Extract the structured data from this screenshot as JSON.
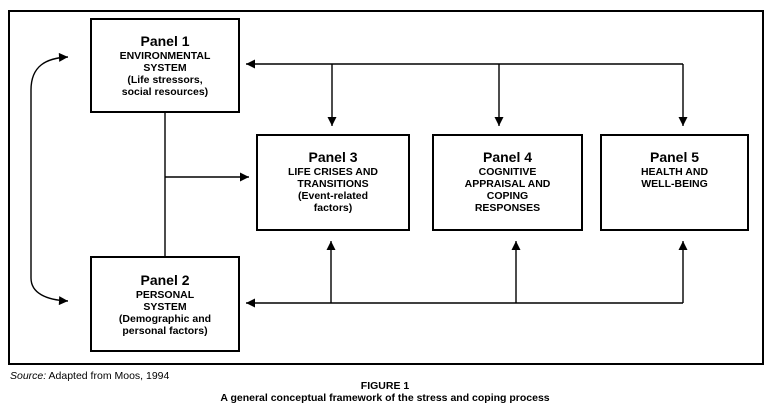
{
  "figure": {
    "source_prefix": "Source:",
    "source_text": " Adapted from Moos, 1994",
    "caption_line1": "FIGURE 1",
    "caption_line2": "A general conceptual framework of the stress and coping process"
  },
  "panels": [
    {
      "title": "Panel 1",
      "lines": [
        "ENVIRONMENTAL",
        "SYSTEM",
        "(Life stressors,",
        "social resources)"
      ]
    },
    {
      "title": "Panel 2",
      "lines": [
        "PERSONAL",
        "SYSTEM",
        "(Demographic and",
        "personal factors)"
      ]
    },
    {
      "title": "Panel 3",
      "lines": [
        "LIFE CRISES AND",
        "TRANSITIONS",
        "(Event-related",
        "factors)"
      ]
    },
    {
      "title": "Panel 4",
      "lines": [
        "COGNITIVE",
        "APPRAISAL AND",
        "COPING",
        "RESPONSES"
      ]
    },
    {
      "title": "Panel 5",
      "lines": [
        "HEALTH AND",
        "WELL-BEING"
      ]
    }
  ],
  "colors": {
    "line": "#000000",
    "background": "#ffffff",
    "text": "#000000"
  }
}
